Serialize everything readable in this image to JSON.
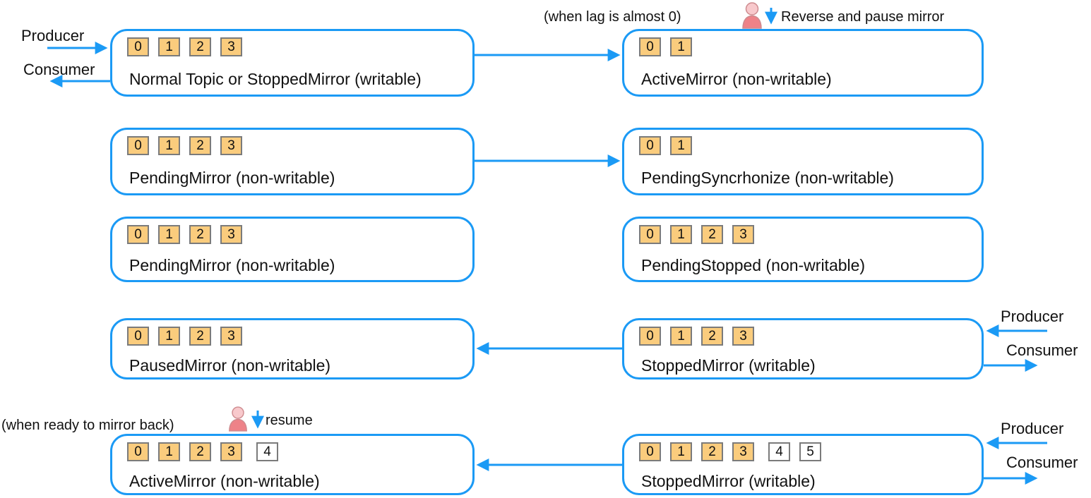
{
  "colors": {
    "accent": "#1B9AF5",
    "partition_fill": "#FACC7D",
    "partition_border": "#7B7B7B",
    "text": "#111111"
  },
  "edge_labels": {
    "row1_left": {
      "producer": "Producer",
      "consumer": "Consumer"
    },
    "row4_right": {
      "producer": "Producer",
      "consumer": "Consumer"
    },
    "row5_right": {
      "producer": "Producer",
      "consumer": "Consumer"
    }
  },
  "annotations": {
    "row1_condition": "(when lag is almost 0)",
    "row1_action": "Reverse and pause mirror",
    "row5_condition": "(when ready to mirror back)",
    "row5_action": "resume"
  },
  "icons": {
    "person": "person-icon",
    "down_arrow": "down-arrow-icon"
  },
  "boxes": {
    "r1l": {
      "label": "Normal Topic or StoppedMirror (writable)",
      "partitions": [
        {
          "value": "0",
          "filled": true
        },
        {
          "value": "1",
          "filled": true
        },
        {
          "value": "2",
          "filled": true
        },
        {
          "value": "3",
          "filled": true
        }
      ]
    },
    "r1r": {
      "label": "ActiveMirror (non-writable)",
      "partitions": [
        {
          "value": "0",
          "filled": true
        },
        {
          "value": "1",
          "filled": true
        }
      ]
    },
    "r2l": {
      "label": "PendingMirror (non-writable)",
      "partitions": [
        {
          "value": "0",
          "filled": true
        },
        {
          "value": "1",
          "filled": true
        },
        {
          "value": "2",
          "filled": true
        },
        {
          "value": "3",
          "filled": true
        }
      ]
    },
    "r2r": {
      "label": "PendingSyncrhonize (non-writable)",
      "partitions": [
        {
          "value": "0",
          "filled": true
        },
        {
          "value": "1",
          "filled": true
        }
      ]
    },
    "r3l": {
      "label": "PendingMirror (non-writable)",
      "partitions": [
        {
          "value": "0",
          "filled": true
        },
        {
          "value": "1",
          "filled": true
        },
        {
          "value": "2",
          "filled": true
        },
        {
          "value": "3",
          "filled": true
        }
      ]
    },
    "r3r": {
      "label": "PendingStopped (non-writable)",
      "partitions": [
        {
          "value": "0",
          "filled": true
        },
        {
          "value": "1",
          "filled": true
        },
        {
          "value": "2",
          "filled": true
        },
        {
          "value": "3",
          "filled": true
        }
      ]
    },
    "r4l": {
      "label": "PausedMirror (non-writable)",
      "partitions": [
        {
          "value": "0",
          "filled": true
        },
        {
          "value": "1",
          "filled": true
        },
        {
          "value": "2",
          "filled": true
        },
        {
          "value": "3",
          "filled": true
        }
      ]
    },
    "r4r": {
      "label": "StoppedMirror (writable)",
      "partitions": [
        {
          "value": "0",
          "filled": true
        },
        {
          "value": "1",
          "filled": true
        },
        {
          "value": "2",
          "filled": true
        },
        {
          "value": "3",
          "filled": true
        }
      ]
    },
    "r5l": {
      "label": "ActiveMirror (non-writable)",
      "partitions": [
        {
          "value": "0",
          "filled": true
        },
        {
          "value": "1",
          "filled": true
        },
        {
          "value": "2",
          "filled": true
        },
        {
          "value": "3",
          "filled": true
        },
        {
          "value": "4",
          "filled": false
        }
      ]
    },
    "r5r": {
      "label": "StoppedMirror (writable)",
      "partitions": [
        {
          "value": "0",
          "filled": true
        },
        {
          "value": "1",
          "filled": true
        },
        {
          "value": "2",
          "filled": true
        },
        {
          "value": "3",
          "filled": true
        },
        {
          "value": "4",
          "filled": false
        },
        {
          "value": "5",
          "filled": false
        }
      ]
    }
  }
}
